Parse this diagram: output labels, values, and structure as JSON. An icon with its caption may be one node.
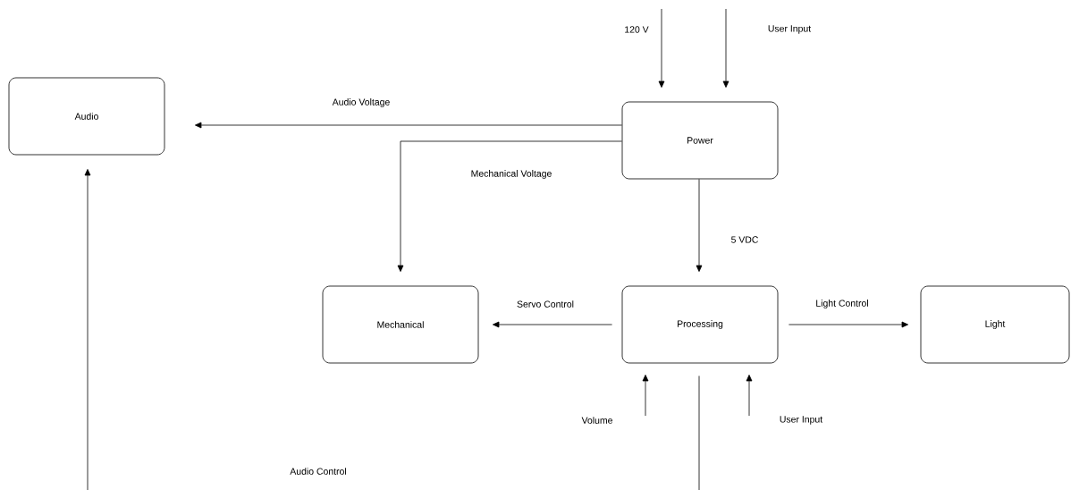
{
  "diagram": {
    "nodes": [
      {
        "text": [
          "Audio"
        ]
      },
      {
        "text": [
          "Power"
        ]
      },
      {
        "text": [
          "Mechanical"
        ]
      },
      {
        "text": [
          "Processing"
        ]
      },
      {
        "text": [
          "Light"
        ]
      }
    ],
    "edges": [
      {
        "from": null,
        "to": 1,
        "arrow": "to",
        "label": "120 V"
      },
      {
        "from": null,
        "to": 1,
        "arrow": "to",
        "label": "User Input"
      },
      {
        "from": 1,
        "to": 0,
        "arrow": "to",
        "label": "Audio Voltage"
      },
      {
        "from": 1,
        "to": 2,
        "arrow": "to",
        "label": "Mechanical Voltage"
      },
      {
        "from": 1,
        "to": 3,
        "arrow": "to",
        "label": "5 VDC"
      },
      {
        "from": 3,
        "to": 2,
        "arrow": "to",
        "label": "Servo Control"
      },
      {
        "from": 3,
        "to": 4,
        "arrow": "to",
        "label": "Light Control"
      },
      {
        "from": null,
        "to": 3,
        "arrow": "to",
        "label": "Volume"
      },
      {
        "from": null,
        "to": 3,
        "arrow": "to",
        "label": "User Input"
      },
      {
        "from": 3,
        "to": 0,
        "arrow": "to",
        "label": "Audio Control"
      }
    ]
  }
}
